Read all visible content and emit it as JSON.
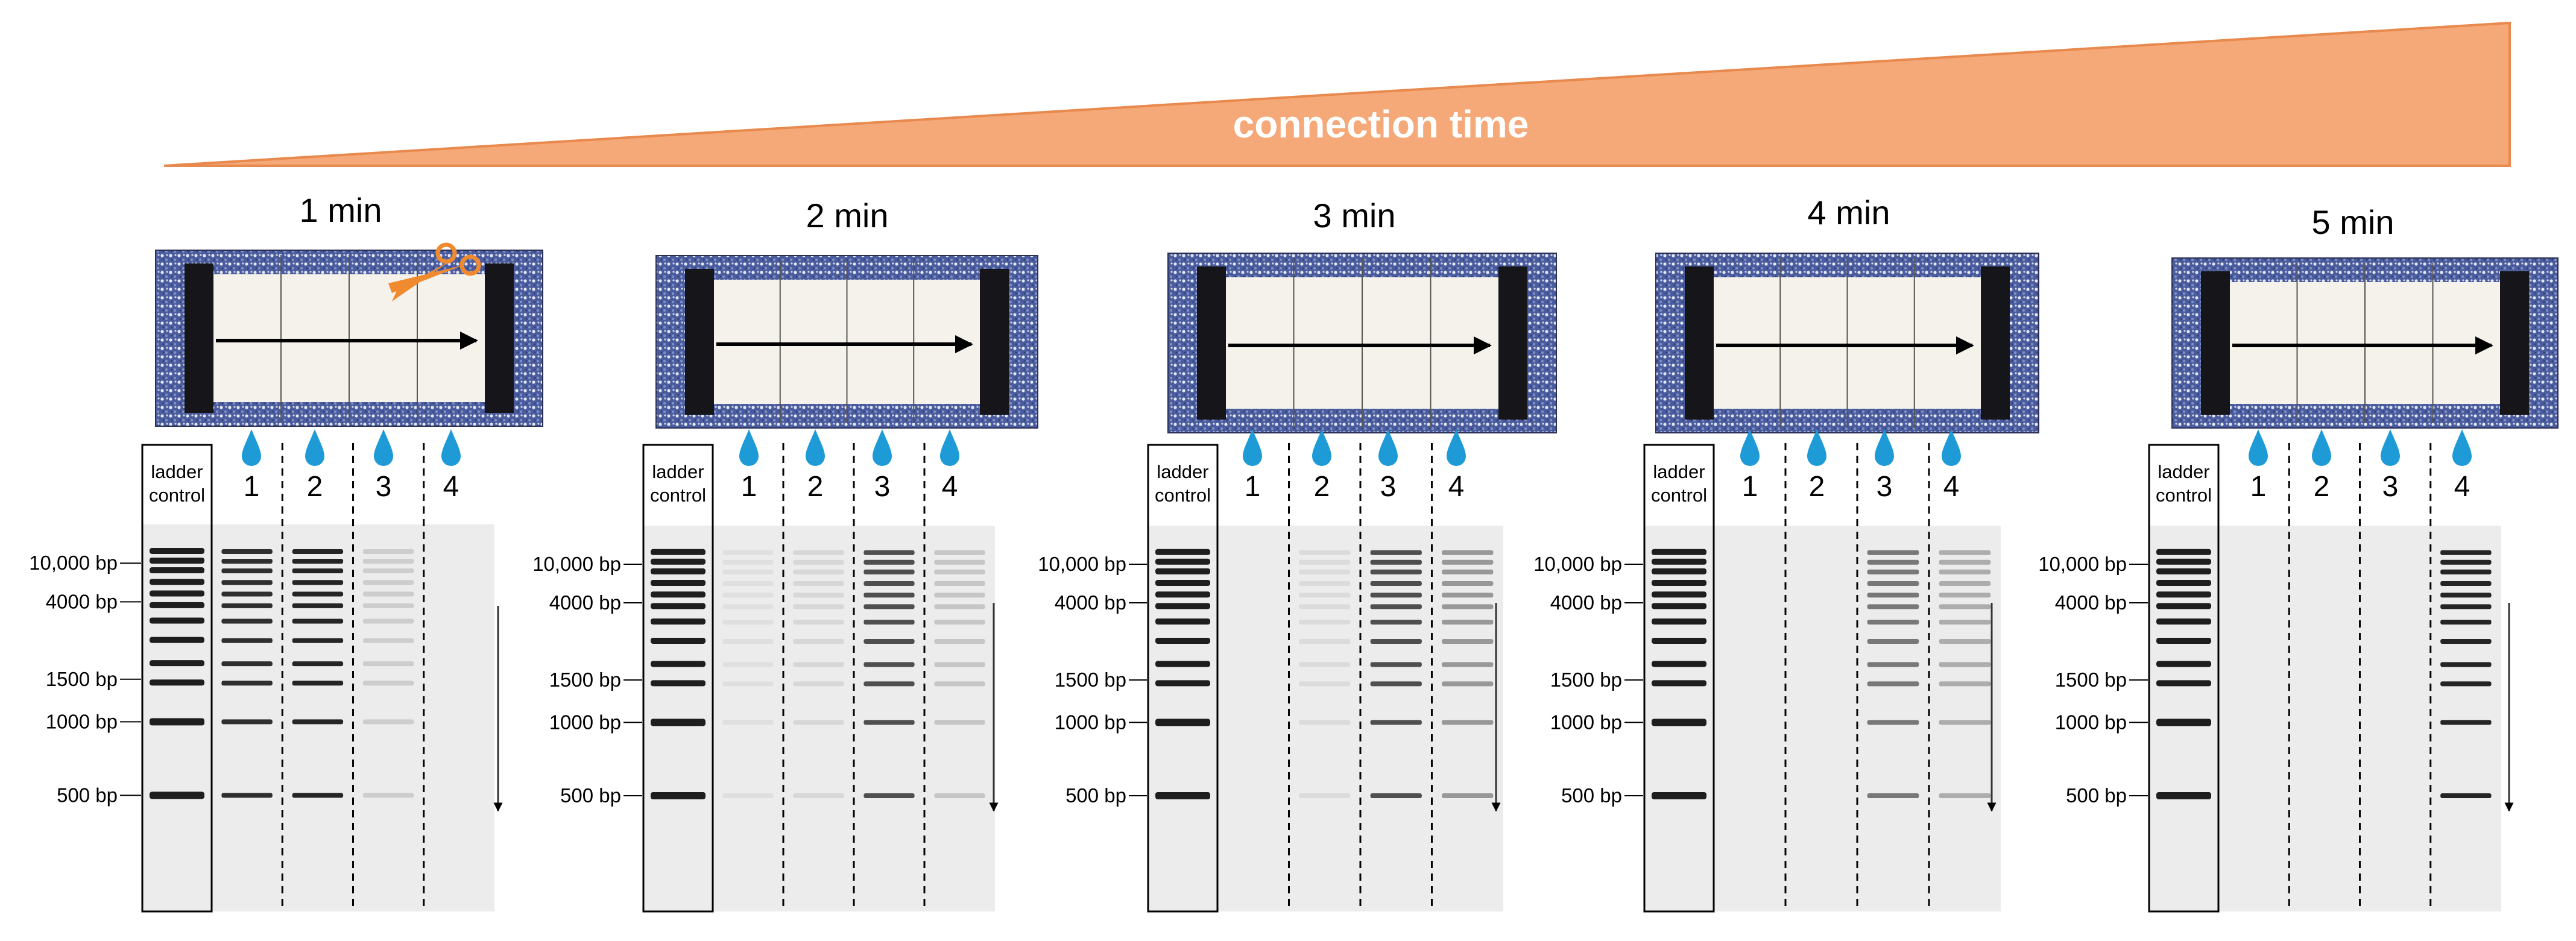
{
  "banner": {
    "label": "connection time",
    "color": "#F5A878"
  },
  "ladder_label": [
    "ladder",
    "control"
  ],
  "markers": [
    {
      "label": "10,000 bp",
      "level": 0.1
    },
    {
      "label": "4000 bp",
      "level": 0.2
    },
    {
      "label": "1500 bp",
      "level": 0.4
    },
    {
      "label": "1000 bp",
      "level": 0.51
    },
    {
      "label": "500 bp",
      "level": 0.7
    }
  ],
  "panels": [
    {
      "title": "1 min",
      "lanes": [
        "1",
        "2",
        "3",
        "4"
      ],
      "lane_intensity": [
        0.9,
        0.95,
        0.15,
        0.0
      ],
      "cut_icon": "scissors-icon"
    },
    {
      "title": "2 min",
      "lanes": [
        "1",
        "2",
        "3",
        "4"
      ],
      "lane_intensity": [
        0.06,
        0.1,
        0.75,
        0.18
      ]
    },
    {
      "title": "3 min",
      "lanes": [
        "1",
        "2",
        "3",
        "4"
      ],
      "lane_intensity": [
        0.0,
        0.08,
        0.75,
        0.4
      ]
    },
    {
      "title": "4 min",
      "lanes": [
        "1",
        "2",
        "3",
        "4"
      ],
      "lane_intensity": [
        0.0,
        0.0,
        0.55,
        0.3
      ]
    },
    {
      "title": "5 min",
      "lanes": [
        "1",
        "2",
        "3",
        "4"
      ],
      "lane_intensity": [
        0.0,
        0.0,
        0.0,
        0.95
      ]
    }
  ],
  "drop_color": "#1E9BD7",
  "icons": {
    "drop": "water-drop-icon",
    "scissors": "scissors-icon",
    "flow": "arrow-right-icon",
    "migration": "arrow-down-icon"
  }
}
